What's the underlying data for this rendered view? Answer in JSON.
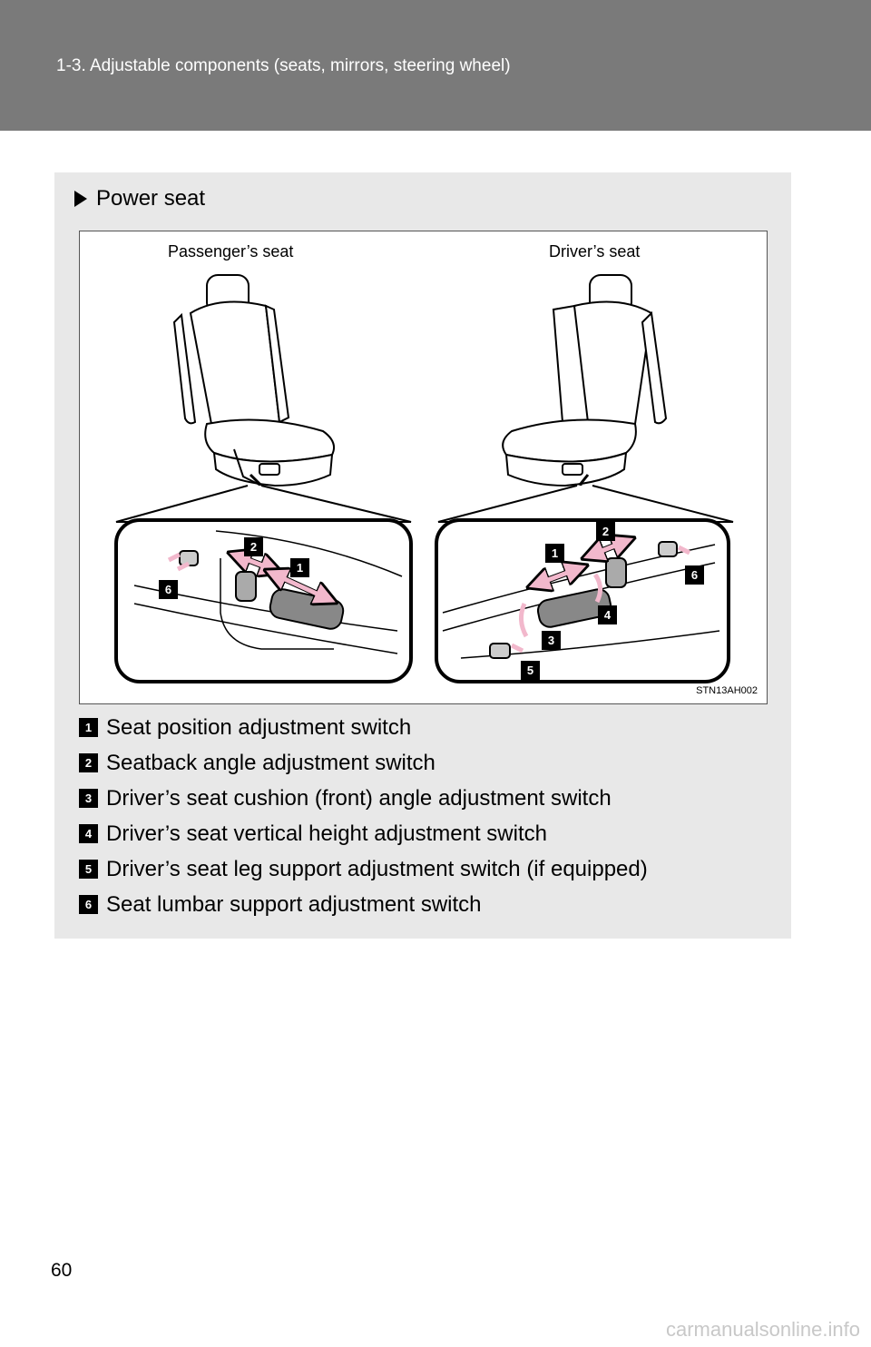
{
  "header": {
    "title": "1-3. Adjustable components (seats, mirrors, steering wheel)"
  },
  "section": {
    "heading": "Power seat"
  },
  "figure": {
    "passenger_label": "Passenger’s seat",
    "driver_label": "Driver’s seat",
    "image_code": "STN13AH002",
    "callouts": [
      "1",
      "2",
      "3",
      "4",
      "5",
      "6"
    ]
  },
  "legend": [
    {
      "num": "1",
      "text": "Seat position adjustment switch"
    },
    {
      "num": "2",
      "text": "Seatback angle adjustment switch"
    },
    {
      "num": "3",
      "text": "Driver’s seat cushion (front) angle adjustment switch"
    },
    {
      "num": "4",
      "text": "Driver’s seat vertical height adjustment switch"
    },
    {
      "num": "5",
      "text": "Driver’s seat leg support adjustment switch (if equipped)"
    },
    {
      "num": "6",
      "text": "Seat lumbar support adjustment switch"
    }
  ],
  "page_number": "60",
  "watermark": "carmanualsonline.info",
  "colors": {
    "header_bg": "#7a7a7a",
    "panel_bg": "#e8e8e8",
    "arrow_pink": "#f2b8cc"
  }
}
